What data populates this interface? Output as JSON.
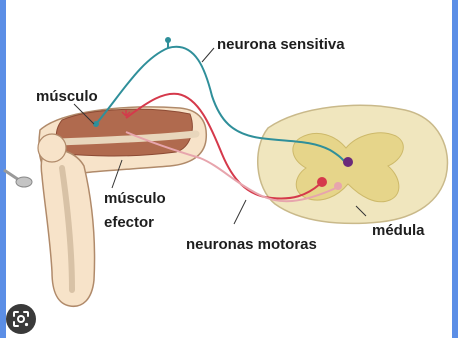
{
  "labels": {
    "neurona_sensitiva": "neurona sensitiva",
    "musculo": "músculo",
    "musculo_efector_line1": "músculo",
    "musculo_efector_line2": "efector",
    "medula": "médula",
    "neuronas_motoras": "neuronas motoras"
  },
  "colors": {
    "page_background": "#ffffff",
    "edge_strip": "#5b8ee6",
    "sensory_neuron": "#2f8f9a",
    "motor_neuron": "#d5394b",
    "motor_neuron_light": "#e7a5ad",
    "spinal_cord": "#f0e6be",
    "grey_matter": "#e6d58a",
    "muscle": "#b06a4e",
    "bone": "#f7e3c9",
    "skin_outline": "#b08a6a",
    "lens_button": "#3a3a3a"
  },
  "icons": {
    "lens_button": "google-lens-icon"
  }
}
